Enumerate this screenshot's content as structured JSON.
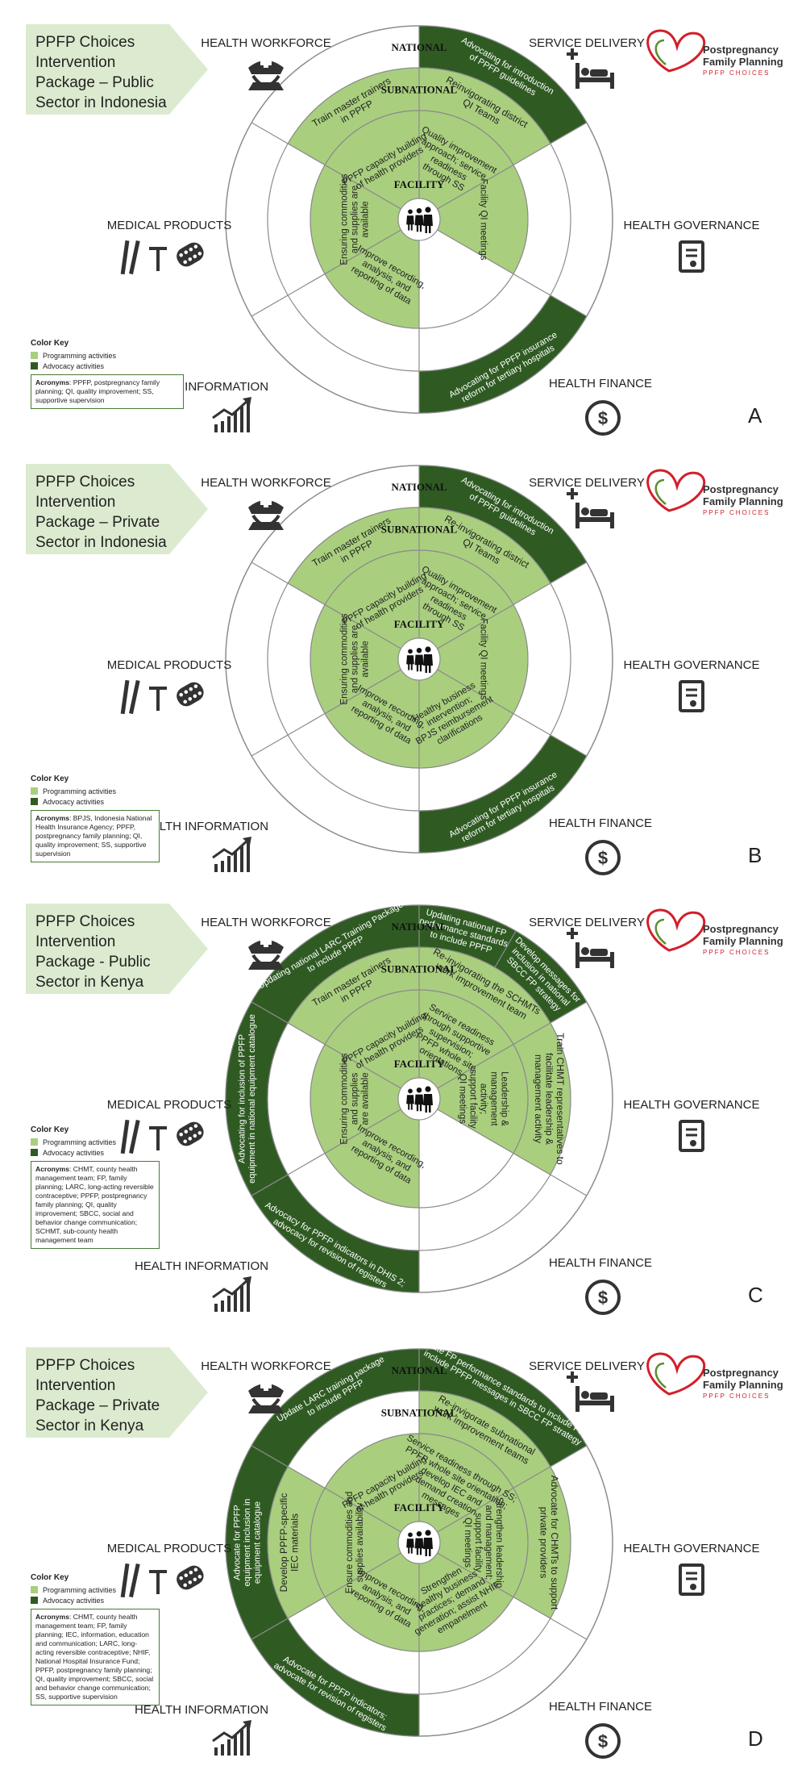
{
  "colors": {
    "programming": "#a9cf7e",
    "advocacy": "#2f5b23",
    "arrow": "#dcebcf",
    "stroke": "#8c8c8c",
    "iconDark": "#333333",
    "logoRed": "#d21f2a"
  },
  "logo": {
    "line1": "Postpregnancy",
    "line2": "Family Planning",
    "line3": "PPFP CHOICES"
  },
  "key": {
    "title": "Color Key",
    "programming": "Programming activities",
    "advocacy": "Advocacy activities"
  },
  "ring_labels": {
    "national": "NATIONAL",
    "subnational": "SUBNATIONAL",
    "facility": "FACILITY"
  },
  "blocks": {
    "workforce": "HEALTH WORKFORCE",
    "service": "SERVICE DELIVERY",
    "products": "MEDICAL PRODUCTS",
    "governance": "HEALTH GOVERNANCE",
    "information": "HEALTH INFORMATION",
    "finance": "HEALTH FINANCE"
  },
  "panels": [
    {
      "letter": "A",
      "title": [
        "PPFP Choices",
        "Intervention",
        "Package – Public",
        "Sector in Indonesia"
      ],
      "acronyms_label": "Acronyms",
      "acronyms_text": ": PPFP, postpregnancy family planning; QI, quality improvement; SS, supportive supervision",
      "segments": [
        {
          "ring": "national",
          "sector": "S",
          "kind": "advocacy",
          "lines": [
            "Advocating for introduction",
            "of PPFP guidelines"
          ]
        },
        {
          "ring": "national",
          "sector": "F",
          "kind": "advocacy",
          "lines": [
            "Advocating for PPFP insurance",
            "reform for tertiary hospitals"
          ]
        },
        {
          "ring": "sub",
          "sector": "W",
          "kind": "programming",
          "lines": [
            "Train master trainers",
            "in PPFP"
          ]
        },
        {
          "ring": "sub",
          "sector": "S",
          "kind": "programming",
          "lines": [
            "Reinvigorating district",
            "QI Teams"
          ]
        },
        {
          "ring": "fac",
          "sector": "W",
          "kind": "programming",
          "lines": [
            "PPFP capacity building",
            "of health providers"
          ]
        },
        {
          "ring": "fac",
          "sector": "S",
          "kind": "programming",
          "lines": [
            "Quality improvement",
            "approach; service",
            "readiness",
            "through SS"
          ]
        },
        {
          "ring": "fac",
          "sector": "G",
          "kind": "programming",
          "lines": [
            "Facility QI meetings"
          ]
        },
        {
          "ring": "fac",
          "sector": "I",
          "kind": "programming",
          "lines": [
            "Improve recording,",
            "analysis, and",
            "reporting of data"
          ]
        },
        {
          "ring": "fac",
          "sector": "P",
          "kind": "programming",
          "lines": [
            "Ensuring commodities",
            "and supplies are",
            "available"
          ]
        }
      ]
    },
    {
      "letter": "B",
      "title": [
        "PPFP Choices",
        "Intervention",
        "Package – Private",
        "Sector in Indonesia"
      ],
      "acronyms_label": "Acronyms",
      "acronyms_text": ": BPJS, Indonesia National Health Insurance Agency; PPFP, postpregnancy family planning; QI, quality improvement; SS, supportive supervision",
      "segments": [
        {
          "ring": "national",
          "sector": "S",
          "kind": "advocacy",
          "lines": [
            "Advocating for introduction",
            "of PPFP guidelines"
          ]
        },
        {
          "ring": "national",
          "sector": "F",
          "kind": "advocacy",
          "lines": [
            "Advocating for PPFP insurance",
            "reform for tertiary hospitals"
          ]
        },
        {
          "ring": "sub",
          "sector": "W",
          "kind": "programming",
          "lines": [
            "Train master trainers",
            "in PPFP"
          ]
        },
        {
          "ring": "sub",
          "sector": "S",
          "kind": "programming",
          "lines": [
            "Re-invigorating district",
            "QI Teams"
          ]
        },
        {
          "ring": "fac",
          "sector": "W",
          "kind": "programming",
          "lines": [
            "PPFP capacity building",
            "of health providers"
          ]
        },
        {
          "ring": "fac",
          "sector": "S",
          "kind": "programming",
          "lines": [
            "Quality improvement",
            "approach; service",
            "readiness",
            "through SS"
          ]
        },
        {
          "ring": "fac",
          "sector": "G",
          "kind": "programming",
          "lines": [
            "Facility QI meetings"
          ]
        },
        {
          "ring": "fac",
          "sector": "F",
          "kind": "programming",
          "lines": [
            "Healthy business",
            "intervention;",
            "BPJS reimbursement",
            "clarifications"
          ]
        },
        {
          "ring": "fac",
          "sector": "I",
          "kind": "programming",
          "lines": [
            "Improve recording,",
            "analysis, and",
            "reporting of data"
          ]
        },
        {
          "ring": "fac",
          "sector": "P",
          "kind": "programming",
          "lines": [
            "Ensuring commodities",
            "and supplies are",
            "available"
          ]
        }
      ]
    },
    {
      "letter": "C",
      "title": [
        "PPFP Choices",
        "Intervention",
        "Package - Public",
        "Sector in Kenya"
      ],
      "acronyms_label": "Acronyms",
      "acronyms_text": ": CHMT, county health management team; FP, family planning; LARC, long-acting reversible contraceptive; PPFP, postpregnancy family planning; QI, quality improvement; SBCC, social and behavior change communication; SCHMT, sub-county health management team",
      "segments": [
        {
          "ring": "national",
          "sector": "W",
          "kind": "advocacy",
          "lines": [
            "Updating national LARC Training Package",
            "to include PPFP"
          ]
        },
        {
          "ring": "national",
          "sector": "S",
          "kind": "advocacy",
          "lines": [
            "Updating national FP",
            "performance standards",
            "to include PPFP"
          ]
        },
        {
          "ring": "national",
          "sector": "S2",
          "kind": "advocacy",
          "lines": [
            "Develop messages for",
            "inclusion in national",
            "SBCC FP strategy"
          ]
        },
        {
          "ring": "national",
          "sector": "P",
          "kind": "advocacy",
          "lines": [
            "Advocating for inclusion of PPFP",
            "equipment in national equipment catalogue"
          ]
        },
        {
          "ring": "national",
          "sector": "I",
          "kind": "advocacy",
          "lines": [
            "Advocacy for PPFP indicators in DHIS 2;",
            "advocacy for revision of registers"
          ]
        },
        {
          "ring": "sub",
          "sector": "W",
          "kind": "programming",
          "lines": [
            "Train master trainers",
            "in PPFP"
          ]
        },
        {
          "ring": "sub",
          "sector": "S",
          "kind": "programming",
          "lines": [
            "Re-invigorating the SCHMTs",
            "work improvement team"
          ]
        },
        {
          "ring": "sub",
          "sector": "G",
          "kind": "programming",
          "lines": [
            "Train CHMT representatives to",
            "facilitate leadership &",
            "management activity"
          ]
        },
        {
          "ring": "fac",
          "sector": "W",
          "kind": "programming",
          "lines": [
            "PPFP capacity building",
            "of health providers"
          ]
        },
        {
          "ring": "fac",
          "sector": "S",
          "kind": "programming",
          "lines": [
            "Service readiness",
            "through supportive",
            "supervision;",
            "PPFP whole site",
            "orientations"
          ]
        },
        {
          "ring": "fac",
          "sector": "G",
          "kind": "programming",
          "lines": [
            "Leadership &",
            "management",
            "activity;",
            "support facility",
            "QI meetings"
          ]
        },
        {
          "ring": "fac",
          "sector": "I",
          "kind": "programming",
          "lines": [
            "Improve recording,",
            "analysis, and",
            "reporting of data"
          ]
        },
        {
          "ring": "fac",
          "sector": "P",
          "kind": "programming",
          "lines": [
            "Ensuring commodities",
            "and supplies",
            "are available"
          ]
        }
      ]
    },
    {
      "letter": "D",
      "title": [
        "PPFP Choices",
        "Intervention",
        "Package – Private",
        "Sector in Kenya"
      ],
      "acronyms_label": "Acronyms",
      "acronyms_text": ": CHMT, county health management team; FP, family planning; IEC, information, education and communication; LARC, long-acting reversible contraceptive; NHIF, National Hospital Insurance Fund; PPFP, postpregnancy family planning; QI, quality improvement; SBCC, social and behavior change communication; SS, supportive supervision",
      "segments": [
        {
          "ring": "national",
          "sector": "W",
          "kind": "advocacy",
          "lines": [
            "Update LARC training package",
            "to include PPFP"
          ]
        },
        {
          "ring": "national",
          "sector": "S",
          "kind": "advocacy",
          "lines": [
            "Update FP performance standards to include PPFP;",
            "include PPFP messages in SBCC FP strategy"
          ]
        },
        {
          "ring": "national",
          "sector": "P",
          "kind": "advocacy",
          "lines": [
            "Advocate for PPFP",
            "equipment inclusion in",
            "equipment catalogue"
          ]
        },
        {
          "ring": "national",
          "sector": "I",
          "kind": "advocacy",
          "lines": [
            "Advocate for PPFP indicators;",
            "advocate for revision of registers"
          ]
        },
        {
          "ring": "sub",
          "sector": "P",
          "kind": "programming",
          "lines": [
            "Develop PPFP-specific",
            "IEC materials"
          ]
        },
        {
          "ring": "sub",
          "sector": "S",
          "kind": "programming",
          "lines": [
            "Re-invigorate subnational",
            "work improvement teams"
          ]
        },
        {
          "ring": "sub",
          "sector": "G",
          "kind": "programming",
          "lines": [
            "Advocate for CHMTs to support",
            "private providers"
          ]
        },
        {
          "ring": "fac",
          "sector": "W",
          "kind": "programming",
          "lines": [
            "PPFP capacity building",
            "of health providers"
          ]
        },
        {
          "ring": "fac",
          "sector": "S",
          "kind": "programming",
          "lines": [
            "Service readiness through SS;",
            "PPFP whole site orientation;",
            "develop IEC and",
            "demand creation",
            "messages"
          ]
        },
        {
          "ring": "fac",
          "sector": "G",
          "kind": "programming",
          "lines": [
            "Strengthen leadership",
            "and management;",
            "support facility",
            "QI meetings"
          ]
        },
        {
          "ring": "fac",
          "sector": "F",
          "kind": "programming",
          "lines": [
            "Strengthen",
            "healthy business",
            "practices; demand",
            "generation; assist NHIF",
            "empanelment"
          ]
        },
        {
          "ring": "fac",
          "sector": "I",
          "kind": "programming",
          "lines": [
            "Improve recording,",
            "analysis, and",
            "reporting of data"
          ]
        },
        {
          "ring": "fac",
          "sector": "P",
          "kind": "programming",
          "lines": [
            "Ensure commodities and",
            "supplies availability"
          ]
        }
      ]
    }
  ]
}
